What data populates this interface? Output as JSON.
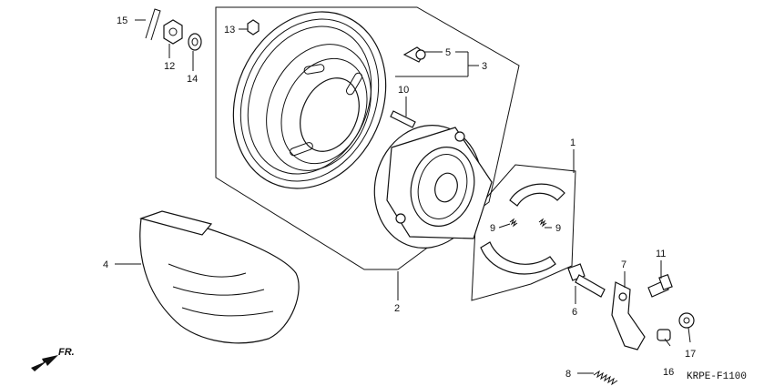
{
  "diagram_code": "KRPE-F1100",
  "direction_label": "FR.",
  "callouts": {
    "c1": "1",
    "c2": "2",
    "c3": "3",
    "c4": "4",
    "c5": "5",
    "c6": "6",
    "c7": "7",
    "c8": "8",
    "c9a": "9",
    "c9b": "9",
    "c10": "10",
    "c11": "11",
    "c12": "12",
    "c13": "13",
    "c14": "14",
    "c15": "15",
    "c16": "16",
    "c17": "17"
  }
}
